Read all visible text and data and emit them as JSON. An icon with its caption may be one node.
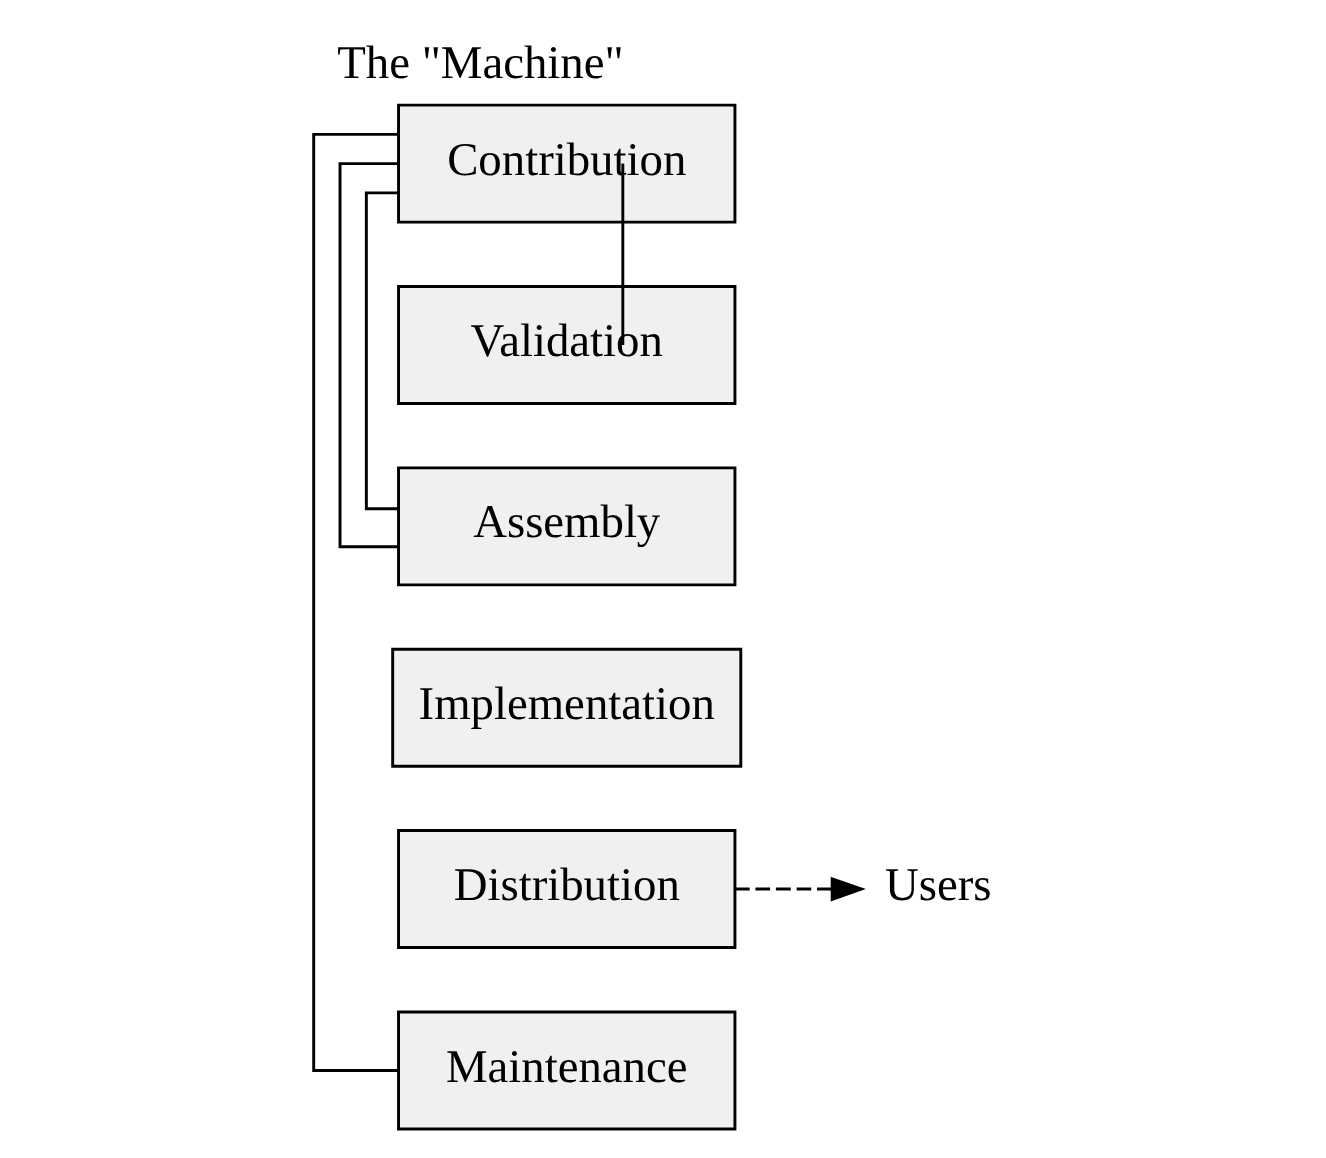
{
  "diagram": {
    "title": "The \"Machine\"",
    "nodes": [
      {
        "text": [
          "Contribution"
        ]
      },
      {
        "text": [
          "Validation"
        ]
      },
      {
        "text": [
          "Assembly"
        ]
      },
      {
        "text": [
          "Implementation"
        ]
      },
      {
        "text": [
          "Distribution"
        ]
      },
      {
        "text": [
          "Maintenance"
        ]
      },
      {
        "text": [
          "Users"
        ]
      }
    ],
    "edges": [
      {
        "from": 0,
        "to": 1,
        "arrow": "none"
      },
      {
        "from": 0,
        "to": 2,
        "arrow": "none"
      },
      {
        "from": 0,
        "to": 2,
        "arrow": "none"
      },
      {
        "from": 0,
        "to": 5,
        "arrow": "none"
      },
      {
        "from": 4,
        "to": 6,
        "arrow": "to",
        "style": "dashed"
      }
    ]
  }
}
